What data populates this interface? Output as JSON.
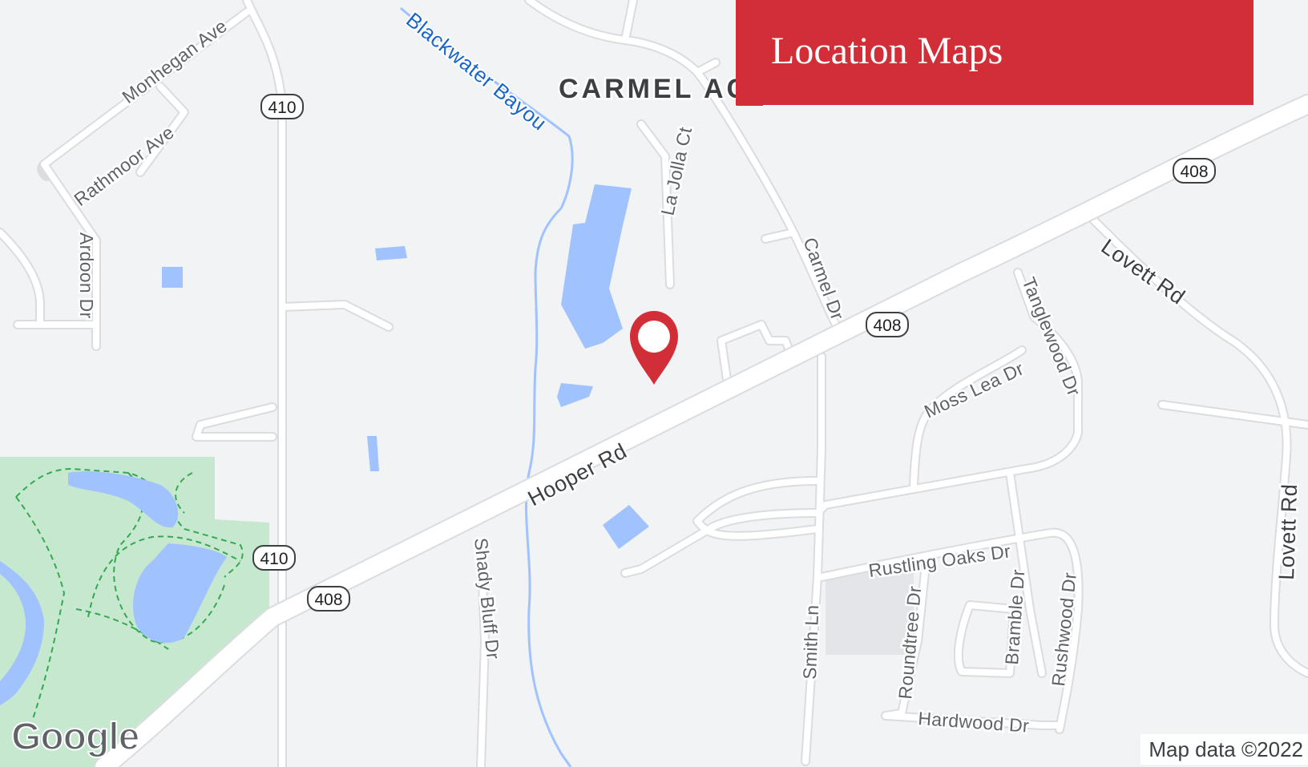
{
  "banner": {
    "title": "Location Maps"
  },
  "area": {
    "name": "CARMEL AC"
  },
  "water": {
    "bayou": "Blackwater Bayou"
  },
  "roads": {
    "hooper": "Hooper Rd",
    "lovett_upper": "Lovett Rd",
    "lovett_side": "Lovett Rd",
    "monhegan": "Monhegan Ave",
    "rathmoor": "Rathmoor Ave",
    "ardoon": "Ardoon Dr",
    "la_jolla": "La Jolla Ct",
    "carmel": "Carmel Dr",
    "tanglewood": "Tanglewood Dr",
    "moss_lea": "Moss Lea Dr",
    "shady_bluff": "Shady Bluff Dr",
    "smith": "Smith Ln",
    "rustling_oaks": "Rustling Oaks Dr",
    "roundtree": "Roundtree Dr",
    "bramble": "Bramble Dr",
    "rushwood": "Rushwood Dr",
    "hardwood": "Hardwood Dr"
  },
  "shields": {
    "s410_top": "410",
    "s410_bottom": "410",
    "s408_left": "408",
    "s408_mid": "408",
    "s408_right": "408"
  },
  "marker": {
    "icon": "map-pin-icon",
    "color": "#d22e38"
  },
  "attribution": {
    "logo": "Google",
    "data": "Map data ©2022"
  },
  "colors": {
    "water": "#a0c3ff",
    "park": "#c6e8cf",
    "banner": "#d22e38",
    "background": "#f1f3f4"
  }
}
